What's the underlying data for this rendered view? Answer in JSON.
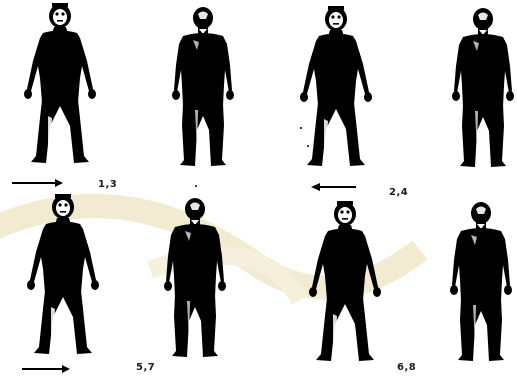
{
  "labels": {
    "first": "1,3",
    "second": "2,4",
    "third": "5,7",
    "fourth": "6,8"
  },
  "colors": {
    "figure": "#000000",
    "watermark": "#f3ead2",
    "background": "#ffffff"
  }
}
